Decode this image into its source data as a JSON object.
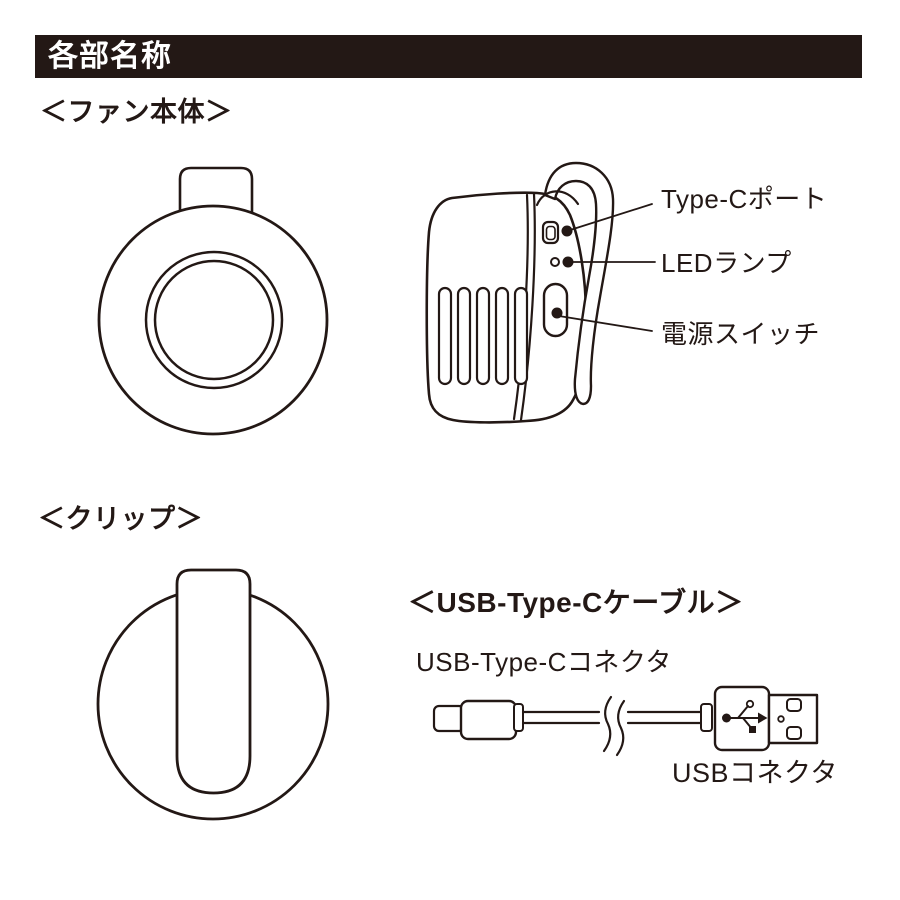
{
  "header": {
    "title": "各部名称"
  },
  "sections": {
    "fan_body": {
      "heading": "＜ファン本体＞"
    },
    "clip": {
      "heading": "＜クリップ＞"
    },
    "cable": {
      "heading": "＜USB-Type-Cケーブル＞",
      "type_c_connector_label": "USB-Type-Cコネクタ",
      "usb_connector_label": "USBコネクタ"
    }
  },
  "callouts": {
    "type_c_port": {
      "label": "Type-Cポート"
    },
    "led_lamp": {
      "label": "LEDランプ"
    },
    "power_switch": {
      "label": "電源スイッチ"
    }
  },
  "icons": {
    "usb_trident": "usb-trident-icon",
    "fan_front": "fan-front-view-illustration",
    "fan_side": "fan-side-view-illustration",
    "clip": "clip-illustration",
    "cable": "usb-cable-illustration"
  },
  "colors": {
    "ink": "#231815",
    "background": "#ffffff",
    "header_background": "#231815",
    "header_text": "#ffffff"
  }
}
